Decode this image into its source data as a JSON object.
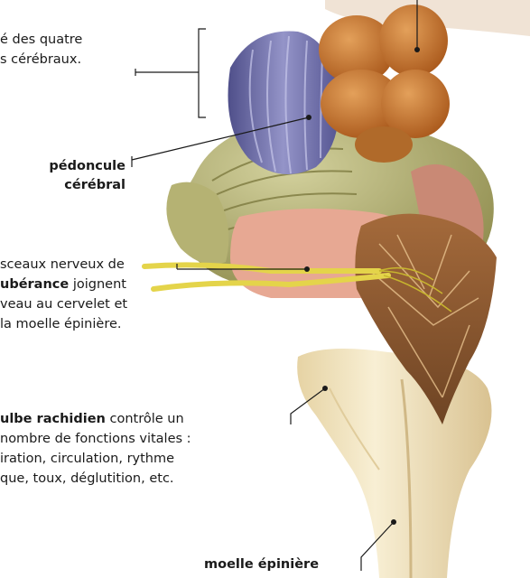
{
  "labels": {
    "tubercules_line1": "é des quatre",
    "tubercules_line2": "s cérébraux.",
    "pedoncule_line1": "pédoncule",
    "pedoncule_line2": "cérébral",
    "protuberance_line1": "sceaux nerveux de",
    "protuberance_bold": "ubérance",
    "protuberance_line2_rest": " joignent",
    "protuberance_line3": "veau au cervelet et",
    "protuberance_line4": "la moelle épinière.",
    "bulbe_bold": "ulbe rachidien",
    "bulbe_line1_rest": " contrôle un",
    "bulbe_line2": "nombre de fonctions vitales :",
    "bulbe_line3": "iration, circulation, rythme",
    "bulbe_line4": "que, toux, déglutition, etc.",
    "moelle": "moelle épinière"
  },
  "colors": {
    "tubercules": "#c9772a",
    "pedoncule": "#6f6fa8",
    "pont": "#b9b77d",
    "protuberance_pink": "#e7a893",
    "bulbe": "#f1e6c4",
    "nerve": "#e4d44a"
  }
}
